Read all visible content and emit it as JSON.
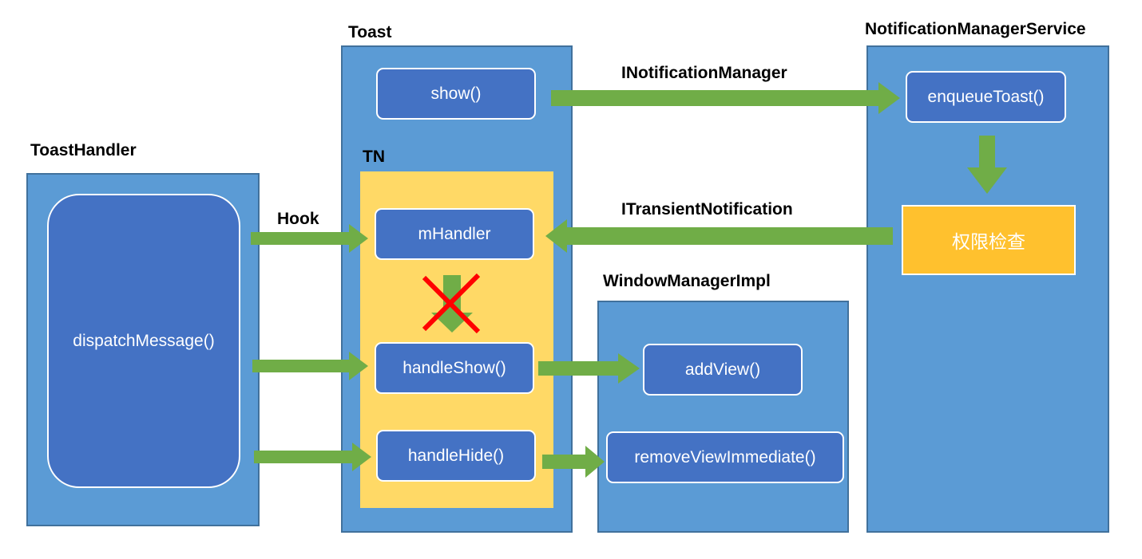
{
  "colors": {
    "panel_fill": "#5b9bd5",
    "node_fill": "#4472c4",
    "tn_fill": "#ffd966",
    "check_fill": "#ffc12e",
    "arrow_green": "#70ad47",
    "cross_red": "#ff0000"
  },
  "toast_handler": {
    "title": "ToastHandler",
    "dispatch_label": "dispatchMessage()"
  },
  "toast": {
    "title": "Toast",
    "show_label": "show()"
  },
  "tn": {
    "title": "TN",
    "mhandler_label": "mHandler",
    "handle_show_label": "handleShow()",
    "handle_hide_label": "handleHide()"
  },
  "window_manager": {
    "title": "WindowManagerImpl",
    "add_view_label": "addView()",
    "remove_view_label": "removeViewImmediate()"
  },
  "nms": {
    "title": "NotificationManagerService",
    "enqueue_label": "enqueueToast()",
    "permission_check_label": "权限检查"
  },
  "edges": {
    "hook_label": "Hook",
    "inotification_label": "INotificationManager",
    "itransient_label": "ITransientNotification"
  }
}
